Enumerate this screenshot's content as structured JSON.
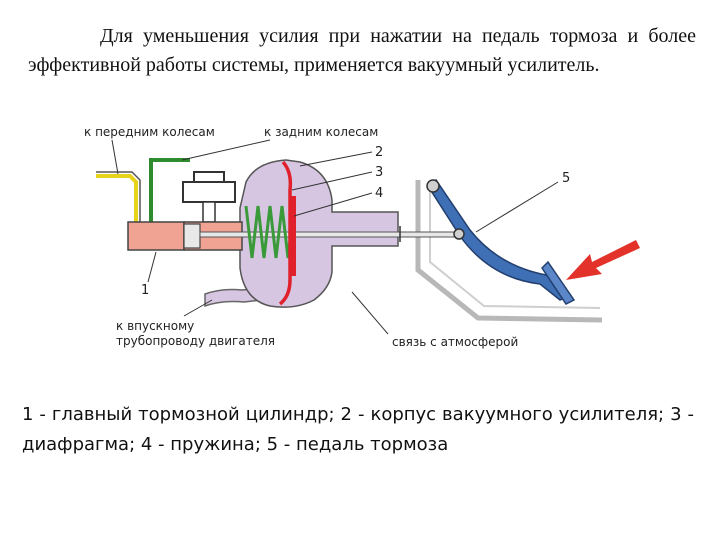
{
  "intro_text": "Для уменьшения усилия при нажатии на педаль тормоза и более эффективной работы системы, применяется вакуумный усилитель.",
  "labels": {
    "front_wheels": "к передним колесам",
    "rear_wheels": "к задним колесам",
    "intake": "к впускному трубопроводу двигателя",
    "atmosphere": "связь с атмосферой",
    "n1": "1",
    "n2": "2",
    "n3": "3",
    "n4": "4",
    "n5": "5"
  },
  "caption_text": "1 - главный тормозной цилиндр; 2 - корпус вакуумного усилителя; 3 - диафрагма; 4 - пружина; 5 - педаль тормоза",
  "colors": {
    "housing": "#d6c6e2",
    "cylinder": "#f1a393",
    "diaphragm": "#e0202a",
    "spring": "#3a9a3a",
    "pedal": "#3f6fb5",
    "arrow": "#e2322a",
    "front_line": "#e8d21a",
    "rear_line": "#2e8b2e"
  }
}
